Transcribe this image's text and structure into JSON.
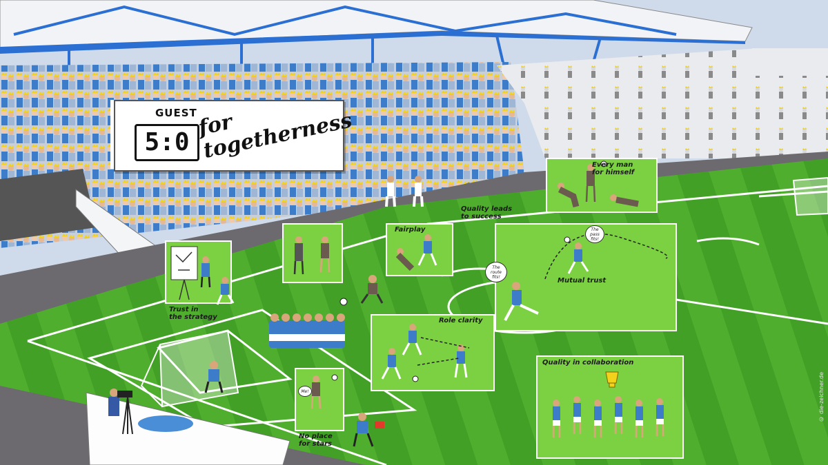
{
  "scoreboard": {
    "team_label": "GUEST",
    "score": "5:0",
    "slogan": "for\ntogetherness"
  },
  "labels": {
    "every_man": "Every man\nfor himself",
    "quality_success": "Quality leads\nto success",
    "fairplay": "Fairplay",
    "mutual_trust": "Mutual trust",
    "trust_strategy": "Trust in\nthe strategy",
    "role_clarity": "Role clarity",
    "quality_collab": "Quality in collaboration",
    "no_place_stars": "No place\nfor stars"
  },
  "bubbles": {
    "route_fits": "The\nroute\nfits!",
    "pass_fits": "The\npass\nfits!",
    "me": "Me!"
  },
  "watermark": "© die-zeichner.de",
  "colors": {
    "sky": "#c9d6e6",
    "pitch": "#4aa52a",
    "pitch_light": "#7cd142",
    "roof_blue": "#2a6fd1",
    "fan_blue": "#3d7cc9",
    "crown_yellow": "#f2d21b",
    "track": "#6d6a6f"
  },
  "icons": [
    "crown-icon",
    "soccer-ball-icon",
    "trophy-icon",
    "flipchart-icon",
    "camera-icon"
  ]
}
